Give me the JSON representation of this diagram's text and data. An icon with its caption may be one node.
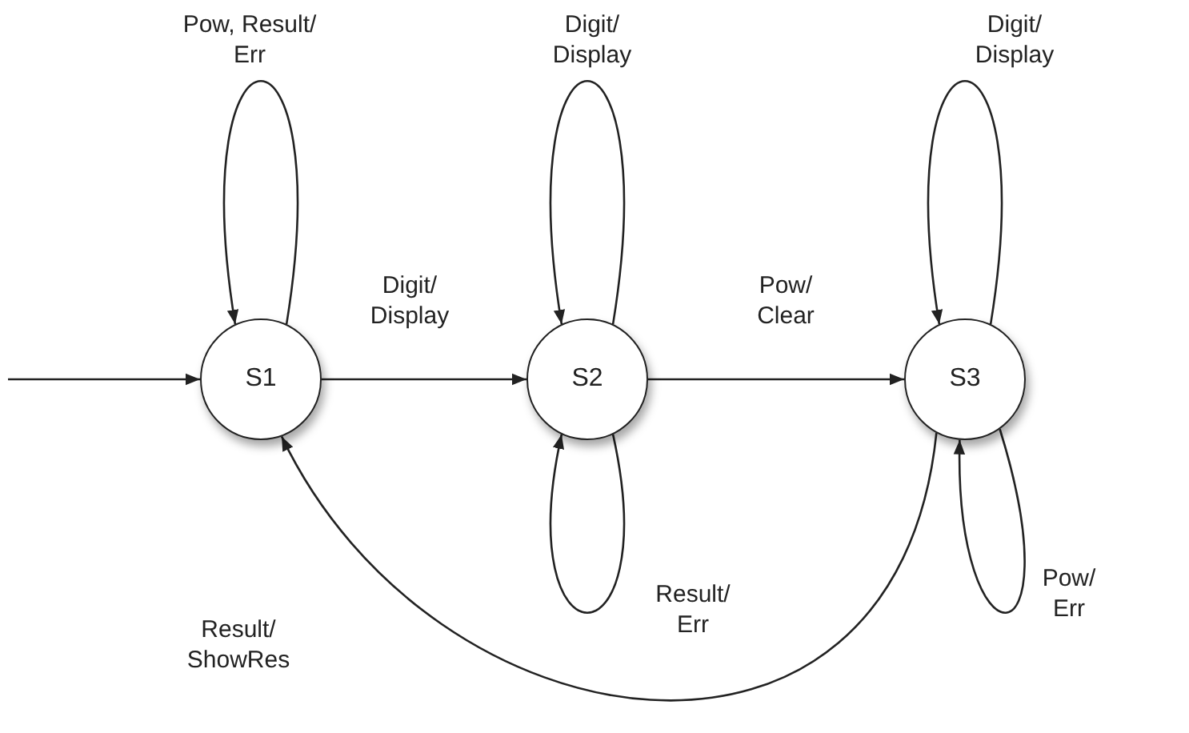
{
  "diagram": {
    "nodes": [
      {
        "text": [
          "S1"
        ]
      },
      {
        "text": [
          "S2"
        ]
      },
      {
        "text": [
          "S3"
        ]
      }
    ],
    "edges": [
      {
        "from": null,
        "to": 0,
        "arrow": "to"
      },
      {
        "from": 0,
        "to": 0,
        "arrow": "to",
        "label": "Pow, Result/ Err"
      },
      {
        "from": 0,
        "to": 1,
        "arrow": "to",
        "label": "Digit/ Display"
      },
      {
        "from": 1,
        "to": 1,
        "arrow": "to",
        "label": "Digit/ Display"
      },
      {
        "from": 1,
        "to": 2,
        "arrow": "to",
        "label": "Pow/ Clear"
      },
      {
        "from": 2,
        "to": 2,
        "arrow": "to",
        "label": "Digit/ Display"
      },
      {
        "from": 1,
        "to": 1,
        "arrow": "to",
        "label": "Result/ Err"
      },
      {
        "from": 2,
        "to": 2,
        "arrow": "to",
        "label": "Pow/ Err"
      },
      {
        "from": 2,
        "to": 0,
        "arrow": "to",
        "label": "Result/ ShowRes"
      }
    ]
  }
}
